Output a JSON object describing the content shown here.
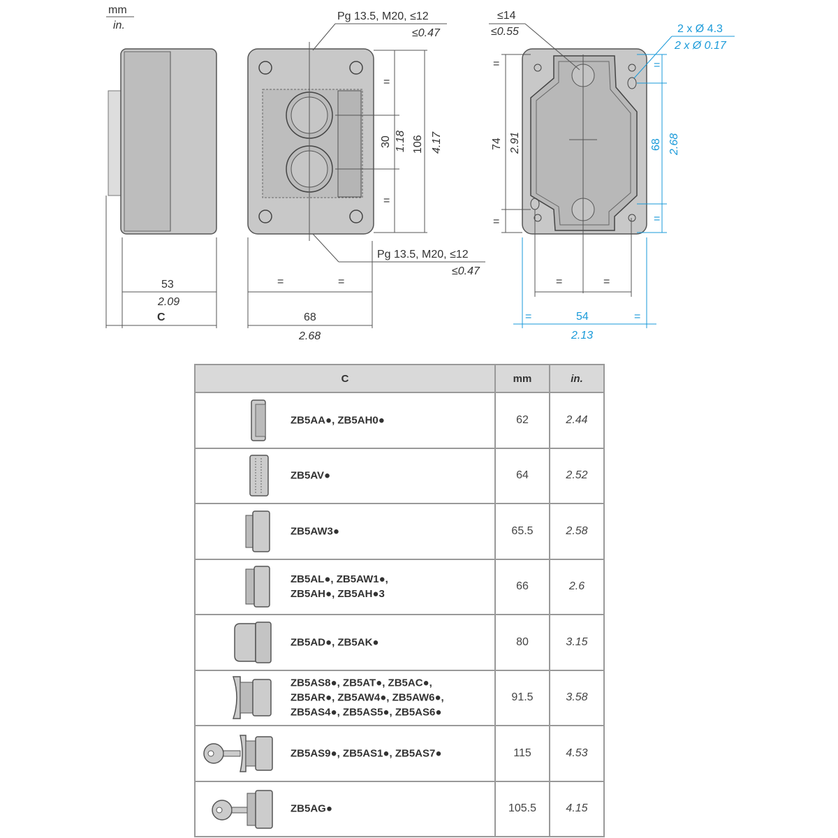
{
  "units": {
    "mm": "mm",
    "in": "in."
  },
  "side_view": {
    "depth_mm": "53",
    "depth_in": "2.09",
    "total": "C"
  },
  "front_view": {
    "cable_top": "Pg 13.5, M20, ≤12",
    "cable_top_in": "≤0.47",
    "cable_bottom": "Pg 13.5, M20, ≤12",
    "cable_bottom_in": "≤0.47",
    "spacing_mm": "30",
    "spacing_in": "1.18",
    "height_mm": "106",
    "height_in": "4.17",
    "width_mm": "68",
    "width_in": "2.68",
    "equal_mark": "="
  },
  "rear_view": {
    "hole_mm": "≤14",
    "hole_in": "≤0.55",
    "mount_hole_mm": "2 x Ø 4.3",
    "mount_hole_in": "2 x Ø 0.17",
    "vert_mm": "74",
    "vert_in": "2.91",
    "mount_spacing_mm": "68",
    "mount_spacing_in": "2.68",
    "mount_width_mm": "54",
    "mount_width_in": "2.13",
    "equal_mark": "="
  },
  "table": {
    "headers": {
      "c": "C",
      "mm": "mm",
      "in": "in."
    },
    "rows": [
      {
        "refs": "ZB5AA●, ZB5AH0●",
        "mm": "62",
        "in": "2.44",
        "icon": "flush-pushbutton-icon"
      },
      {
        "refs": "ZB5AV●",
        "mm": "64",
        "in": "2.52",
        "icon": "pilot-light-icon"
      },
      {
        "refs": "ZB5AW3●",
        "mm": "65.5",
        "in": "2.58",
        "icon": "illuminated-pushbutton-icon"
      },
      {
        "refs": "ZB5AL●, ZB5AW1●,\nZB5AH●, ZB5AH●3",
        "mm": "66",
        "in": "2.6",
        "icon": "projecting-pushbutton-icon"
      },
      {
        "refs": "ZB5AD●, ZB5AK●",
        "mm": "80",
        "in": "3.15",
        "icon": "selector-switch-icon"
      },
      {
        "refs": "ZB5AS8●, ZB5AT●, ZB5AC●,\nZB5AR●, ZB5AW4●, ZB5AW6●,\nZB5AS4●, ZB5AS5●, ZB5AS6●",
        "mm": "91.5",
        "in": "3.58",
        "icon": "mushroom-head-icon"
      },
      {
        "refs": "ZB5AS9●, ZB5AS1●, ZB5AS7●",
        "mm": "115",
        "in": "4.53",
        "icon": "key-mushroom-icon"
      },
      {
        "refs": "ZB5AG●",
        "mm": "105.5",
        "in": "4.15",
        "icon": "key-switch-icon"
      }
    ]
  }
}
